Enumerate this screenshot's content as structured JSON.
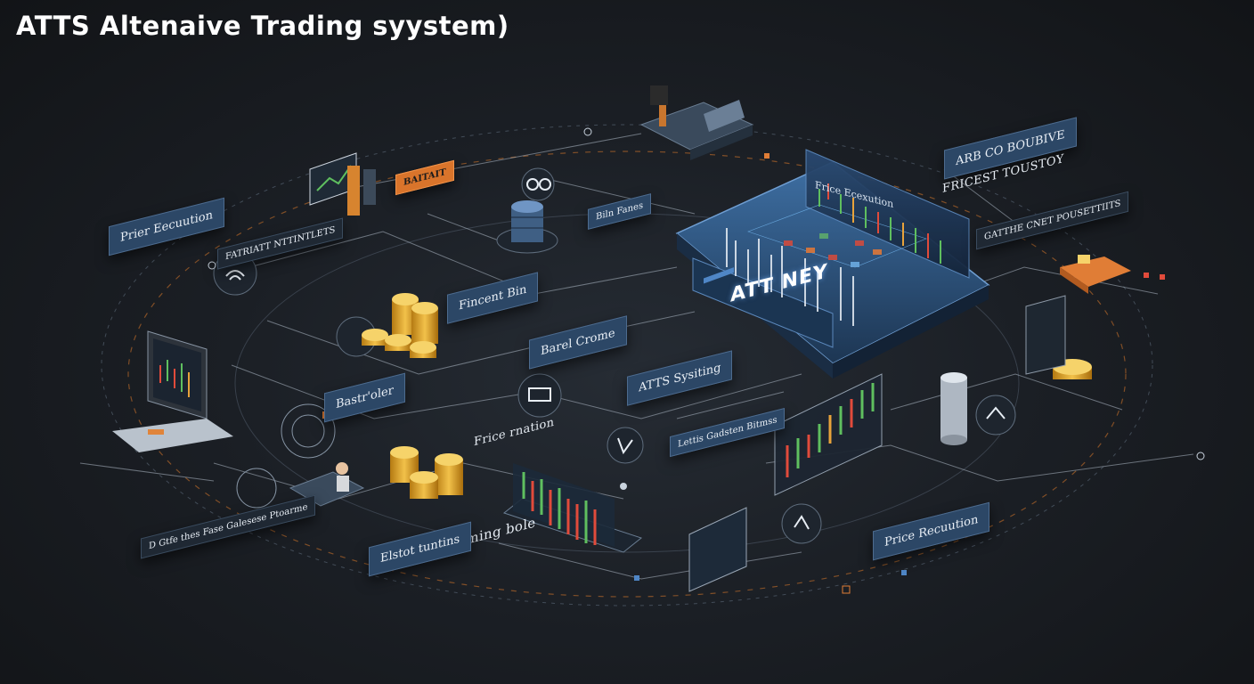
{
  "title": "ATTS Altenaive Trading syystem)",
  "central_platform": {
    "label": "ATT NEY",
    "screen_title": "Frice Ecexution"
  },
  "labels": [
    {
      "id": "prier-execution",
      "text": "Prier Eecuution"
    },
    {
      "id": "top-left-caption",
      "text": "FATRIATT NTTINTLETS"
    },
    {
      "id": "orange-tag",
      "text": "BAITAIT"
    },
    {
      "id": "blue-tag",
      "text": "Biln Fanes"
    },
    {
      "id": "fincent-bin",
      "text": "Fincent Bin"
    },
    {
      "id": "barel-crome",
      "text": "Barel Crome"
    },
    {
      "id": "atts-sysiting",
      "text": "ATTS Sysiting"
    },
    {
      "id": "bastrioler",
      "text": "Bastr'oler"
    },
    {
      "id": "frice-mation",
      "text": "Frice rnation"
    },
    {
      "id": "small-strip",
      "text": "Lettis Gadsten Bitmss"
    },
    {
      "id": "mamming-bole",
      "text": "Mamming bole"
    },
    {
      "id": "elstot-tuntins",
      "text": "Elstot tuntins"
    },
    {
      "id": "bottom-left-caption",
      "text": "D Gtfe thes Fase Galesese Ptoarme"
    },
    {
      "id": "right-top-1",
      "text": "ARB CO BOUBIVE"
    },
    {
      "id": "right-top-2",
      "text": "FRICEST TOUSTOY"
    },
    {
      "id": "right-caption",
      "text": "GATTHE CNET POUSETTIITS"
    },
    {
      "id": "price-recuution",
      "text": "Price Recuution"
    }
  ]
}
